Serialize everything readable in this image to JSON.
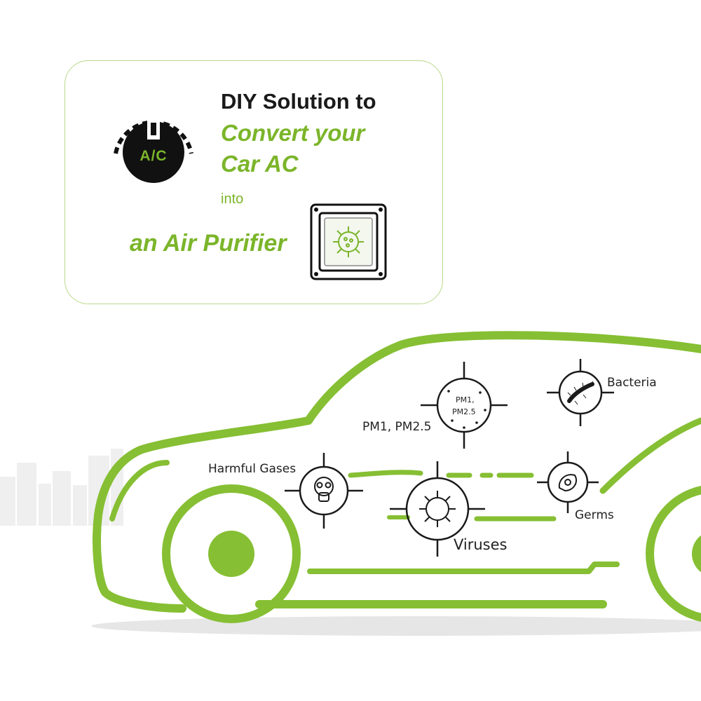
{
  "card": {
    "line1": "DIY Solution to",
    "line2": "Convert your",
    "line3": "Car AC",
    "line4": "into",
    "line5": "an Air Purifier"
  },
  "ac_icon": {
    "label": "A/C",
    "icon": "ac-power-icon"
  },
  "filter_icon": {
    "icon": "air-filter-icon"
  },
  "targets": {
    "pm": {
      "label": "PM1, PM2.5",
      "inner_line1": "PM1,",
      "inner_line2": "PM2.5"
    },
    "bacteria": {
      "label": "Bacteria"
    },
    "gases": {
      "label": "Harmful Gases"
    },
    "viruses": {
      "label": "Viruses"
    },
    "germs": {
      "label": "Germs"
    }
  },
  "colors": {
    "accent": "#7bb52a",
    "dark": "#1a1a1a",
    "border": "#b9d98a"
  }
}
